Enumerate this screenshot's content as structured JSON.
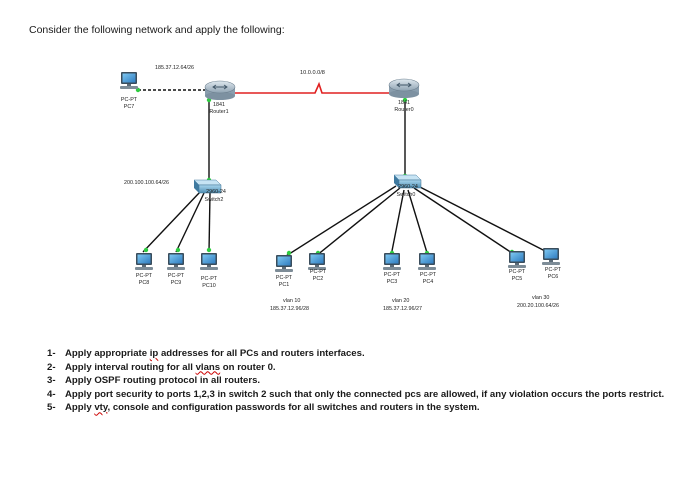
{
  "heading": "Consider the following network and apply the following:",
  "network": {
    "wan_link": "10.0.0.0/8",
    "router1": {
      "model": "1841",
      "name": "Router1"
    },
    "router0": {
      "model": "1841",
      "name": "Router0"
    },
    "switch2": {
      "model": "2960-24",
      "name": "Switch2",
      "subnet": "200.100.100.64/26"
    },
    "switch0": {
      "model": "2960-24",
      "name": "Switch0"
    },
    "pc7": {
      "type": "PC-PT",
      "name": "PC7",
      "subnet": "185.37.12.64/26"
    },
    "pcs": [
      {
        "type": "PC-PT",
        "name": "PC8"
      },
      {
        "type": "PC-PT",
        "name": "PC9"
      },
      {
        "type": "PC-PT",
        "name": "PC10"
      },
      {
        "type": "PC-PT",
        "name": "PC1"
      },
      {
        "type": "PC-PT",
        "name": "PC2"
      },
      {
        "type": "PC-PT",
        "name": "PC3"
      },
      {
        "type": "PC-PT",
        "name": "PC4"
      },
      {
        "type": "PC-PT",
        "name": "PC5"
      },
      {
        "type": "PC-PT",
        "name": "PC6"
      }
    ],
    "vlans": [
      {
        "name": "vlan 10",
        "subnet": "185.37.12.96/28"
      },
      {
        "name": "vlan 20",
        "subnet": "185.37.12.96/27"
      },
      {
        "name": "vlan 30",
        "subnet": "200.20.100.64/26"
      }
    ],
    "colors": {
      "serial_link": "#e02020",
      "ethernet_link": "#111111",
      "link_light": "#2ecc40"
    }
  },
  "tasks": [
    {
      "num": "1-",
      "text_before": "Apply appropriate ",
      "underlined": "ip",
      "text_after": " addresses for all PCs and routers interfaces."
    },
    {
      "num": "2-",
      "text_before": "Apply interval routing for all ",
      "underlined": "vlans",
      "text_after": " on router 0."
    },
    {
      "num": "3-",
      "text_before": "Apply OSPF routing protocol in all routers.",
      "underlined": "",
      "text_after": ""
    },
    {
      "num": "4-",
      "text_before": "Apply port security to ports 1,2,3 in switch 2 such that only the connected pcs are allowed, if any violation occurs the ports restrict.",
      "underlined": "",
      "text_after": ""
    },
    {
      "num": "5-",
      "text_before": "Apply ",
      "underlined": "vty",
      "text_after": ", console and configuration passwords for all switches and routers in the system."
    }
  ]
}
